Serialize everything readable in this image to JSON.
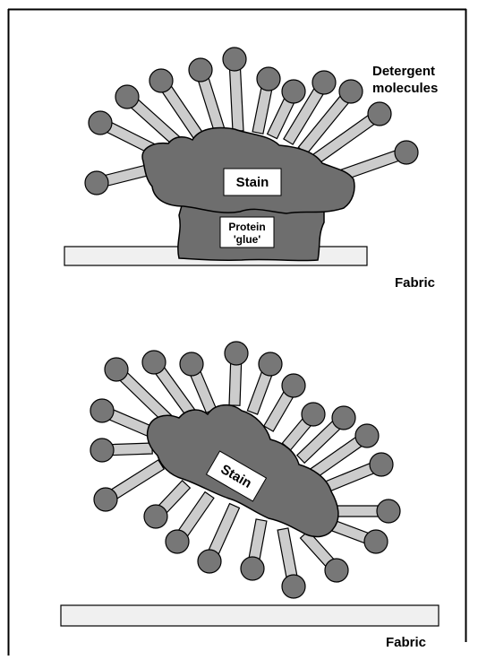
{
  "labels": {
    "detergent_line1": "Detergent",
    "detergent_line2": "molecules",
    "fabric_top": "Fabric",
    "fabric_bottom": "Fabric",
    "stain_top": "Stain",
    "protein_line1": "Protein",
    "protein_line2": "'glue'",
    "stain_bottom": "Stain"
  },
  "colors": {
    "border": "#000000",
    "stain_fill": "#6e6e6e",
    "head_fill": "#777777",
    "tail_fill": "#cccccc",
    "fabric_fill": "#f0f0f0"
  }
}
